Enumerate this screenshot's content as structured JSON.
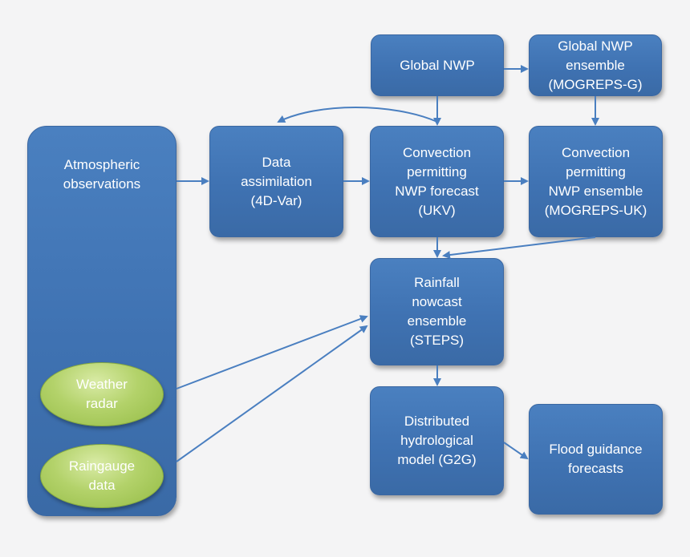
{
  "colors": {
    "background": "#f4f4f5",
    "box": "#4077b7",
    "oval": "#a9cc5c",
    "arrow": "#4a7fc0",
    "text": "#ffffff"
  },
  "nodes": {
    "atmospheric_observations": "Atmospheric\nobservations",
    "weather_radar": "Weather\nradar",
    "raingauge_data": "Raingauge\ndata",
    "data_assimilation": "Data\nassimilation\n(4D-Var)",
    "global_nwp": "Global NWP",
    "global_nwp_ensemble": "Global NWP\nensemble\n(MOGREPS-G)",
    "convection_nwp_forecast": "Convection\npermitting\nNWP forecast\n(UKV)",
    "convection_nwp_ensemble": "Convection\npermitting\nNWP ensemble\n(MOGREPS-UK)",
    "rainfall_nowcast": "Rainfall\nnowcast\nensemble\n(STEPS)",
    "hydrological_model": "Distributed\nhydrological\nmodel (G2G)",
    "flood_guidance": "Flood guidance\nforecasts"
  }
}
